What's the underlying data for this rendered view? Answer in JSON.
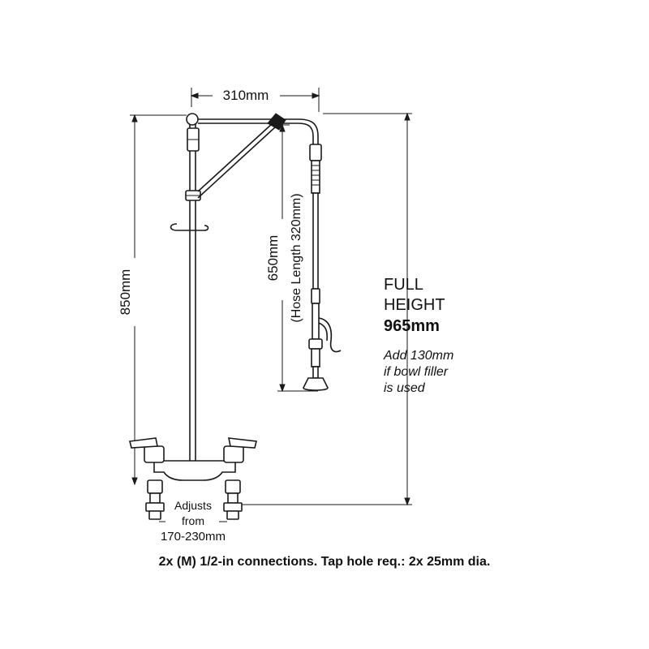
{
  "dimensions": {
    "width_label": "310mm",
    "height_850_label": "850mm",
    "height_650_label": "650mm",
    "hose_label": "(Hose Length 320mm)",
    "adjusts_line1": "Adjusts",
    "adjusts_line2": "from",
    "adjusts_range": "170-230mm"
  },
  "full_height": {
    "line1": "FULL",
    "line2": "HEIGHT",
    "value": "965mm",
    "note_line1": "Add 130mm",
    "note_line2": "if bowl filler",
    "note_line3": "is used"
  },
  "footer": {
    "connections_text_a": "2x (M) ",
    "connections_fraction": "1/2",
    "connections_text_b": "-in connections. Tap hole req.: 2x 25mm dia."
  },
  "colors": {
    "line": "#1a1a1a",
    "background": "#ffffff",
    "text": "#111111"
  }
}
